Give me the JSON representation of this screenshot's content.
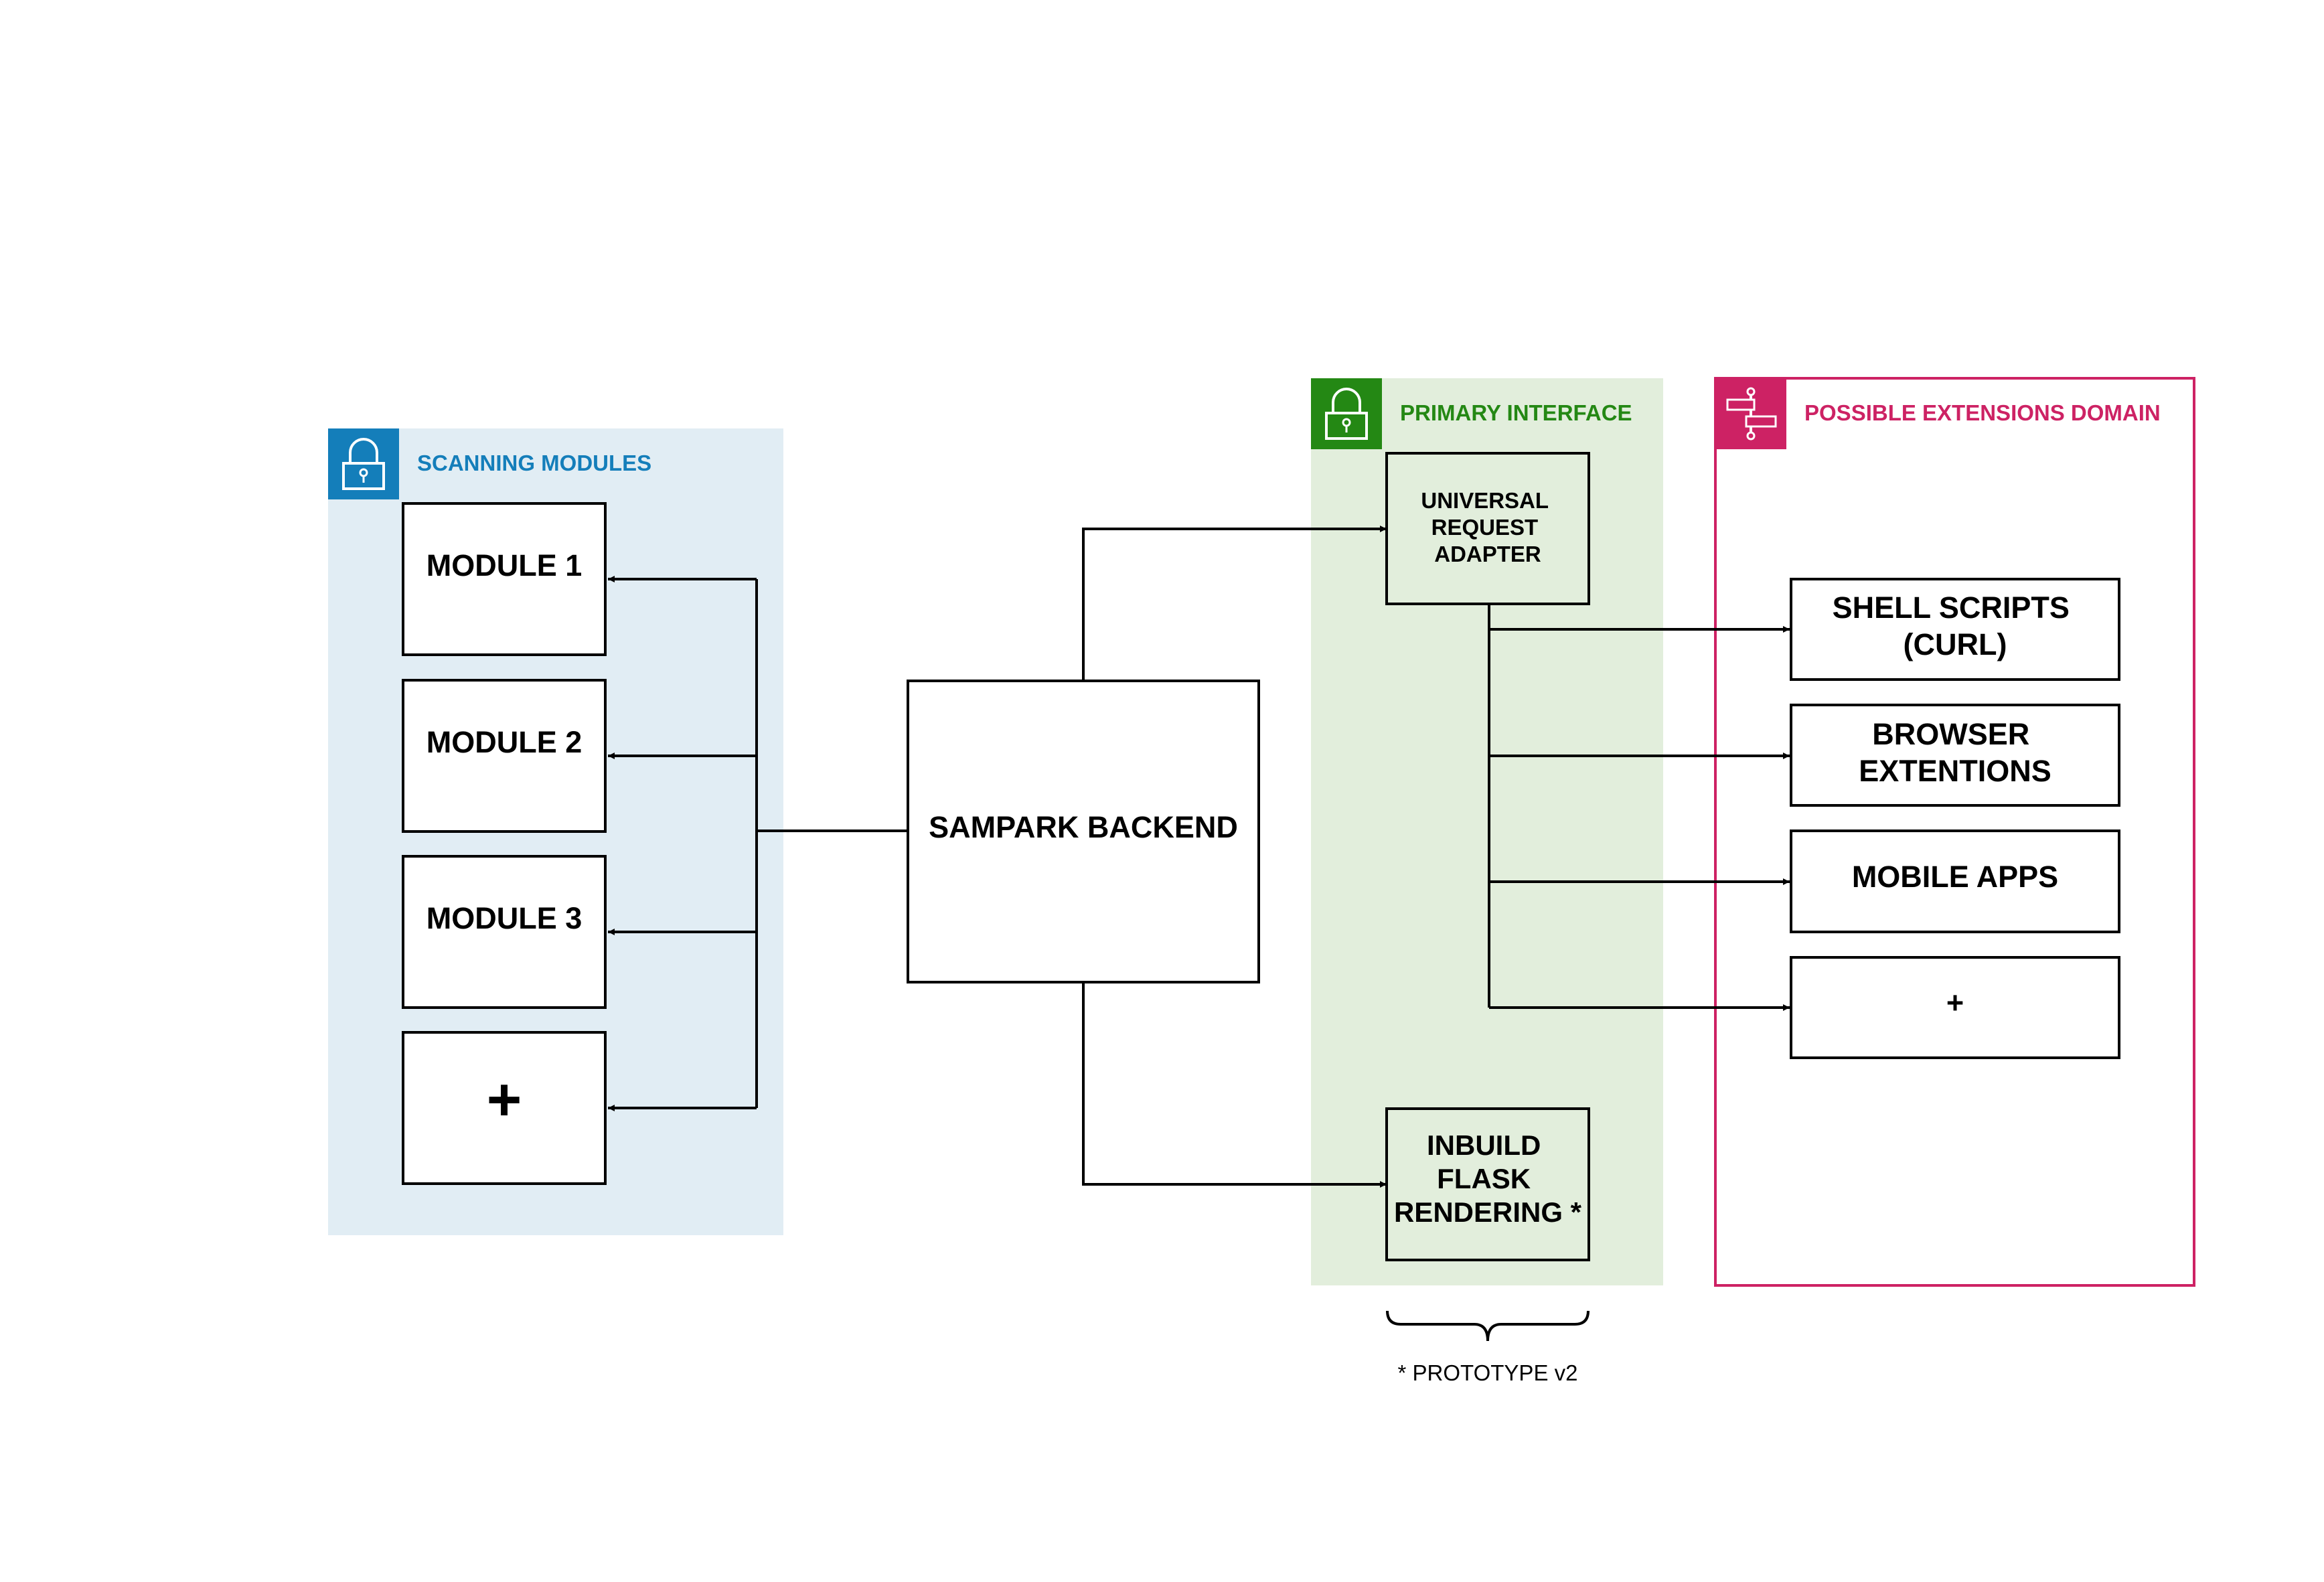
{
  "colors": {
    "scanning": "#147EBA",
    "scanning_bg": "#E1EDF4",
    "primary": "#248814",
    "primary_bg": "#E2EEDC",
    "extensions": "#CD2264",
    "node_border": "#000000",
    "node_fill": "#FFFFFF"
  },
  "groups": {
    "scanning": {
      "title": "SCANNING MODULES",
      "icon": "lock-icon"
    },
    "primary": {
      "title": "PRIMARY INTERFACE",
      "icon": "lock-icon"
    },
    "extensions": {
      "title": "POSSIBLE EXTENSIONS DOMAIN",
      "icon": "workflow-icon"
    }
  },
  "nodes": {
    "module1": [
      "MODULE 1"
    ],
    "module2": [
      "MODULE 2"
    ],
    "module3": [
      "MODULE 3"
    ],
    "module_more": [
      "+"
    ],
    "backend": [
      "SAMPARK BACKEND"
    ],
    "adapter": [
      "UNIVERSAL",
      "REQUEST",
      "ADAPTER"
    ],
    "flask": [
      "INBUILD",
      "FLASK",
      "RENDERING *"
    ],
    "shell": [
      "SHELL SCRIPTS",
      "(CURL)"
    ],
    "browser": [
      "BROWSER",
      "EXTENTIONS"
    ],
    "mobile": [
      "MOBILE APPS"
    ],
    "ext_more": [
      "+"
    ]
  },
  "annotation": {
    "prototype_note": "* PROTOTYPE v2"
  },
  "edges": [
    {
      "from": "backend",
      "to": "module1"
    },
    {
      "from": "backend",
      "to": "module2"
    },
    {
      "from": "backend",
      "to": "module3"
    },
    {
      "from": "backend",
      "to": "module_more"
    },
    {
      "from": "backend",
      "to": "adapter"
    },
    {
      "from": "backend",
      "to": "flask"
    },
    {
      "from": "adapter",
      "to": "shell"
    },
    {
      "from": "adapter",
      "to": "browser"
    },
    {
      "from": "adapter",
      "to": "mobile"
    },
    {
      "from": "adapter",
      "to": "ext_more"
    }
  ]
}
